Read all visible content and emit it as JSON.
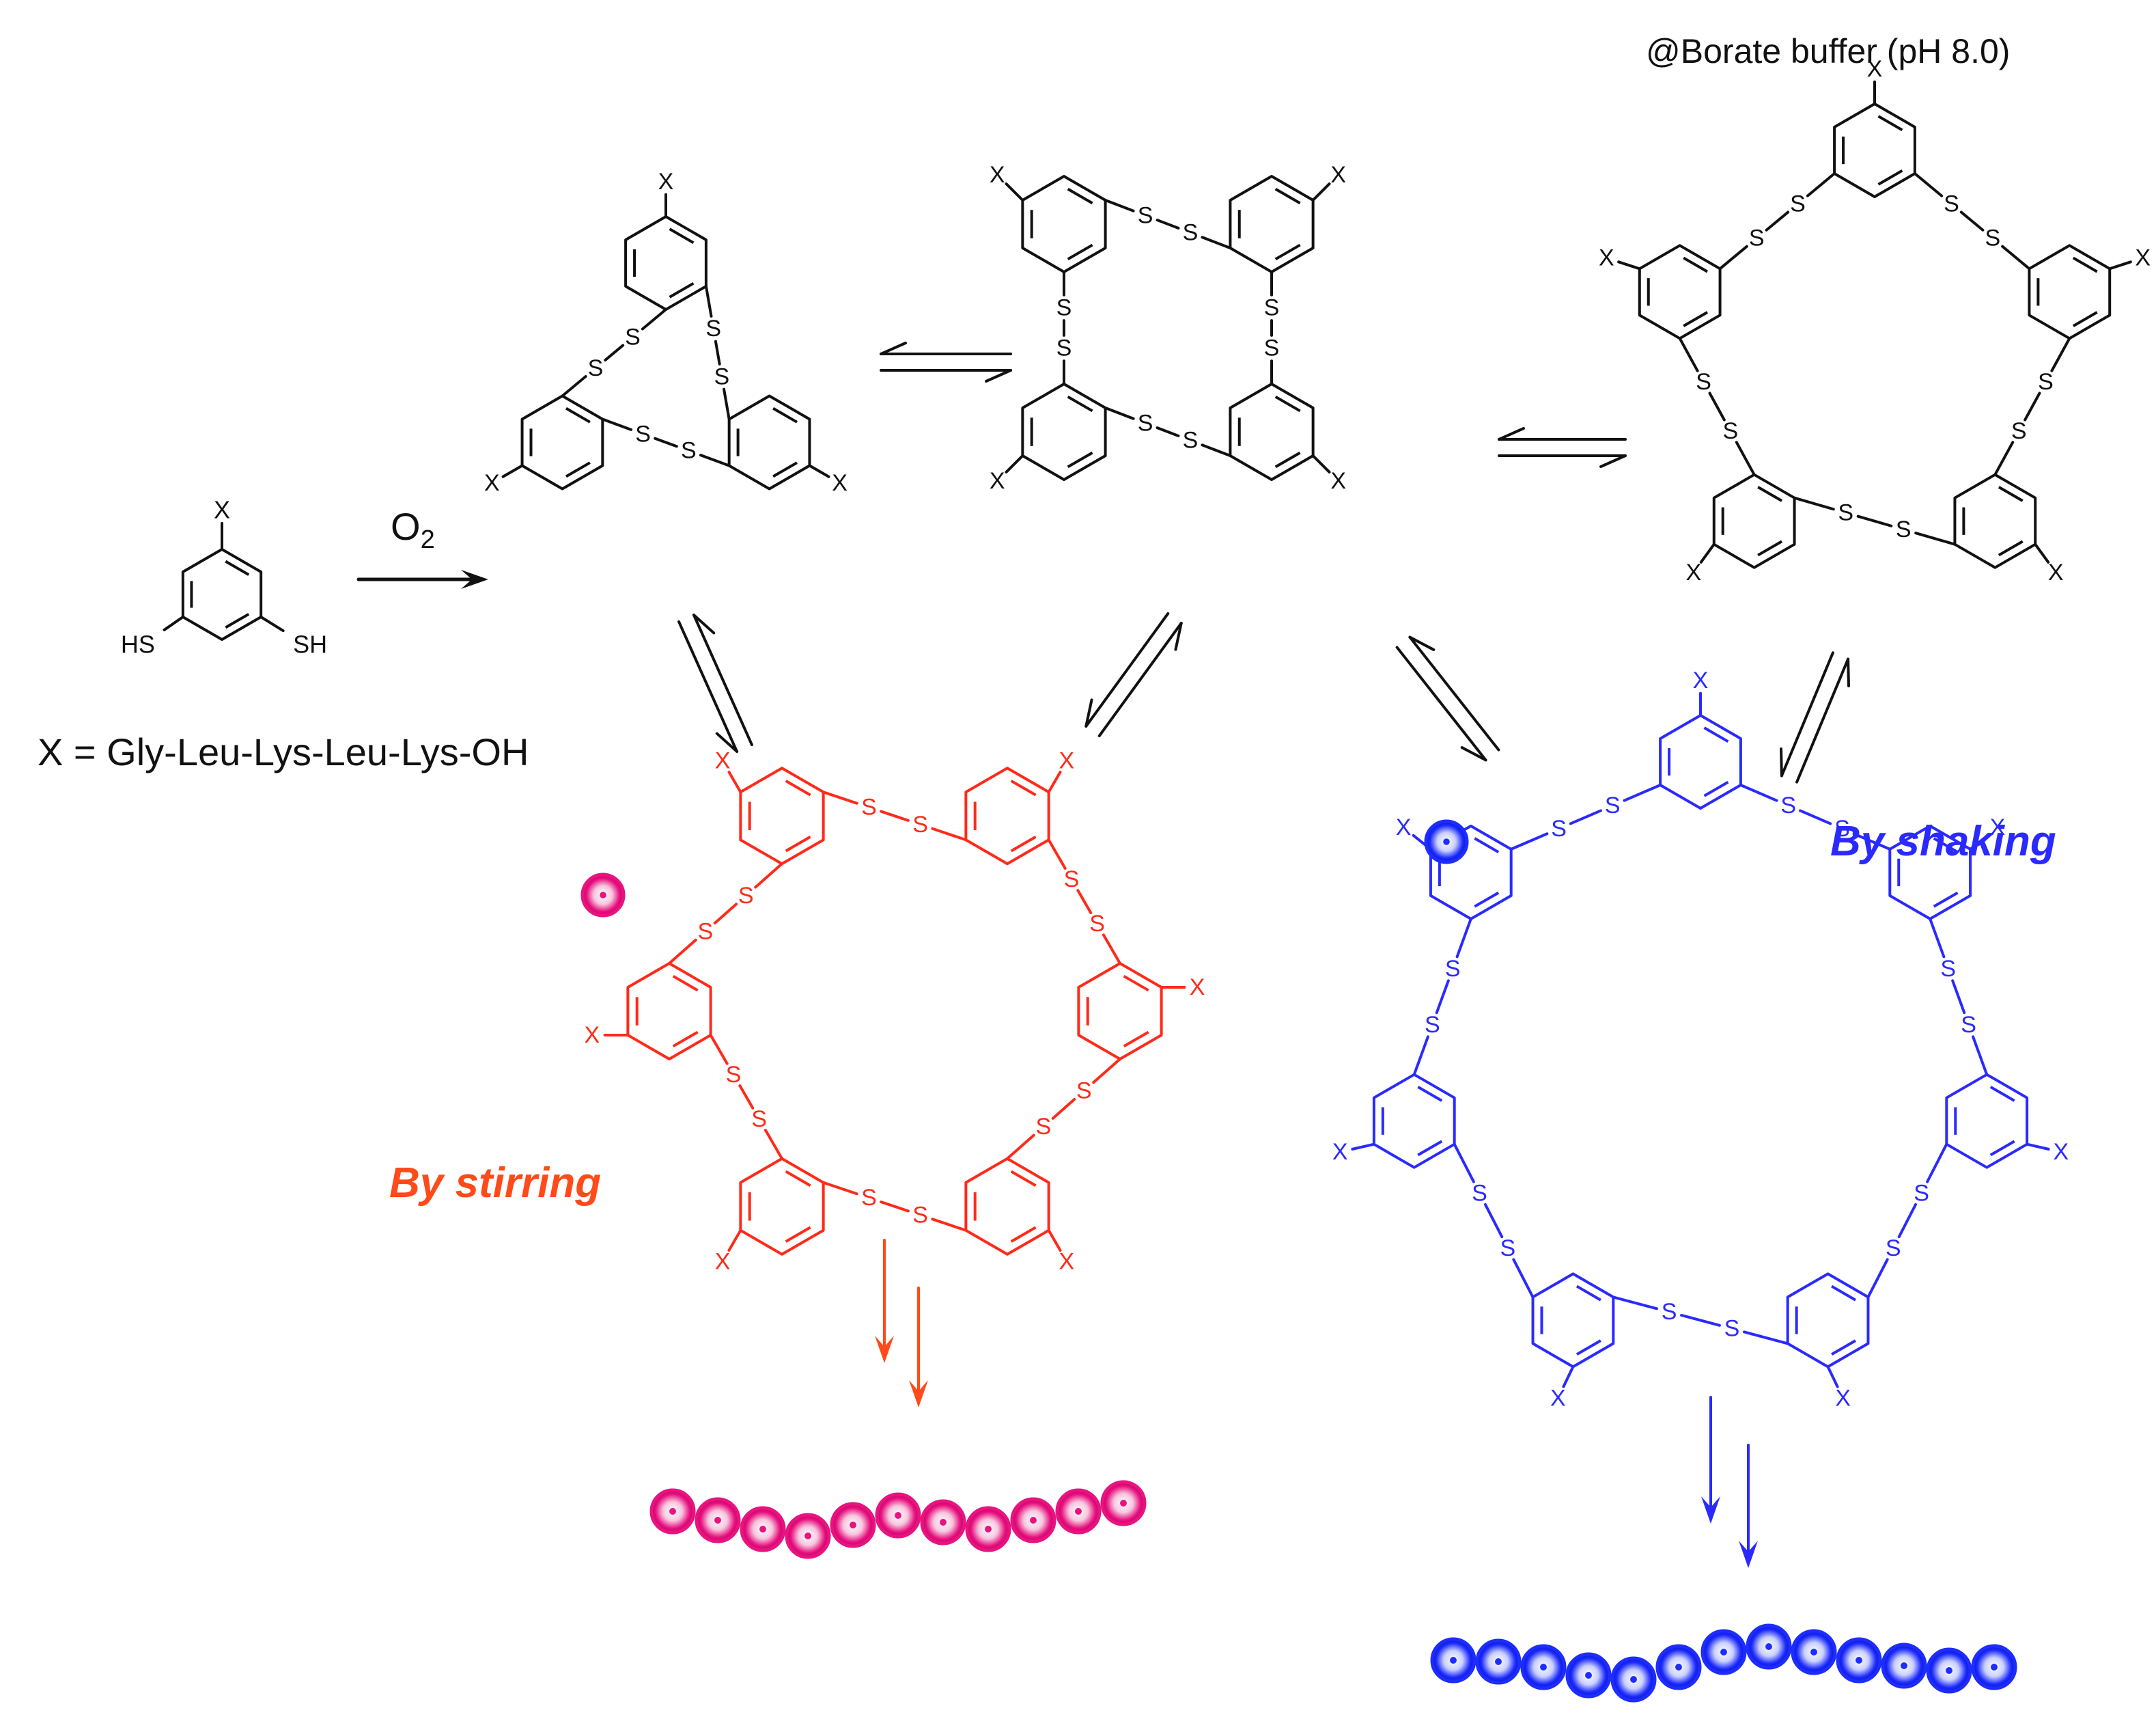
{
  "condition": "@Borate buffer (pH 8.0)",
  "reagent_O": "O",
  "reagent_sub": "2",
  "definition": "X = Gly-Leu-Lys-Leu-Lys-OH",
  "labels": {
    "x": "X",
    "s": "S",
    "sh": "SH",
    "hs": "HS"
  },
  "stirring_label": "By stirring",
  "shaking_label": "By shaking",
  "colors": {
    "black": "#111111",
    "red": "#ff2a1a",
    "orange_red": "#ff4a1a",
    "blue": "#2a2aff",
    "pink": "#e8137f",
    "blue_bead": "#1d2cff"
  },
  "icons": [
    "reaction-arrow",
    "equilibrium-arrows",
    "pink-bead-icon",
    "blue-bead-icon"
  ]
}
